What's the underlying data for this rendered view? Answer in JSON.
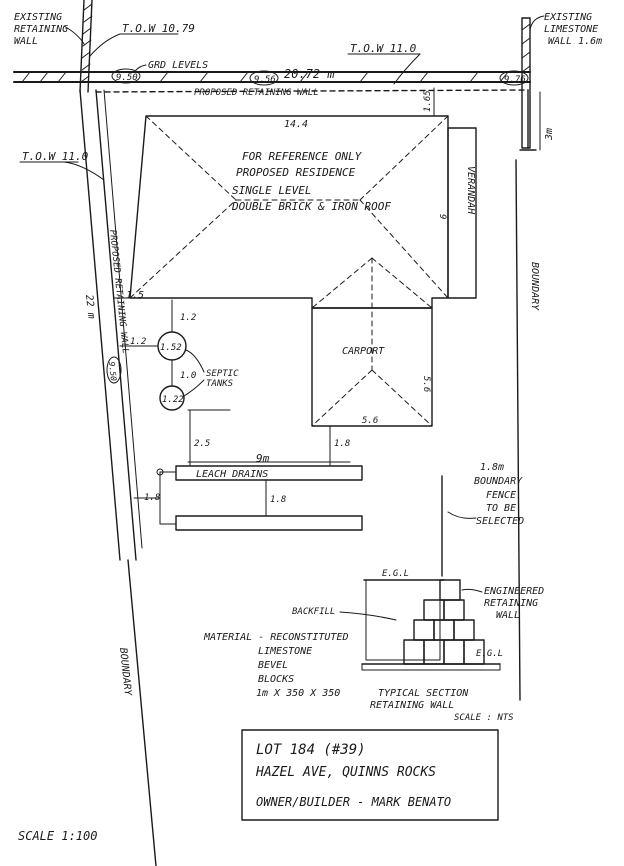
{
  "existing_wall_label": [
    "EXISTING",
    "RETAINING",
    "WALL"
  ],
  "tow_top_left": "T.O.W 10.79",
  "existing_limestone_label": [
    "EXISTING",
    "LIMESTONE",
    "WALL 1.6m"
  ],
  "grd_levels": "GRD LEVELS",
  "level_950_top": "9.50",
  "level_956": "9.56",
  "length_top": "20.72 m",
  "level_976": "9.76",
  "tow_top_right": "T.O.W 11.0",
  "proposed_wall_top": "PROPOSED RETAINING WALL",
  "tow_left": "T.O.W 11.0",
  "house_width": "14.4",
  "setback_front": "1.65",
  "setback_right": "3m",
  "house_notes": [
    "FOR REFERENCE ONLY",
    "PROPOSED RESIDENCE",
    "SINGLE LEVEL",
    "DOUBLE BRICK & IRON ROOF"
  ],
  "verandah": "VERANDAH",
  "house_depth": "9",
  "proposed_wall_left": "PROPOSED RETAINING WALL",
  "lot_depth": "22 m",
  "level_950_left": "9.50",
  "boundary_right": "BOUNDARY",
  "boundary_left": "BOUNDARY",
  "side_setback": "1.5",
  "gap_12_top": "1.2",
  "gap_12_left": "1.2",
  "tank1": "1.52",
  "gap_10": "1.0",
  "tank2": "1.22",
  "septic": [
    "SEPTIC",
    "TANKS"
  ],
  "carport": "CARPORT",
  "carport_depth": "5.6",
  "carport_width": "5.6",
  "gap_25": "2.5",
  "gap_18_carport": "1.8",
  "drain_length": "9m",
  "leach": "LEACH DRAINS",
  "gap_18_drains": "1.8",
  "gap_18_left": "1.8",
  "fence": [
    "1.8m",
    "BOUNDARY",
    "FENCE",
    "TO BE",
    "SELECTED"
  ],
  "egl_top": "E.G.L",
  "backfill": "BACKFILL",
  "engineered": [
    "ENGINEERED",
    "RETAINING",
    "WALL"
  ],
  "egl_right": "E.G.L",
  "material": [
    "MATERIAL - RECONSTITUTED",
    "LIMESTONE",
    "BEVEL",
    "BLOCKS",
    "1m X 350 X 350"
  ],
  "section_title": [
    "TYPICAL SECTION",
    "RETAINING WALL"
  ],
  "section_scale": "SCALE : NTS",
  "title_block": {
    "lot": "LOT 184 (#39)",
    "address": "HAZEL AVE, QUINNS ROCKS",
    "owner": "OWNER/BUILDER - MARK BENATO"
  },
  "scale": "SCALE 1:100"
}
